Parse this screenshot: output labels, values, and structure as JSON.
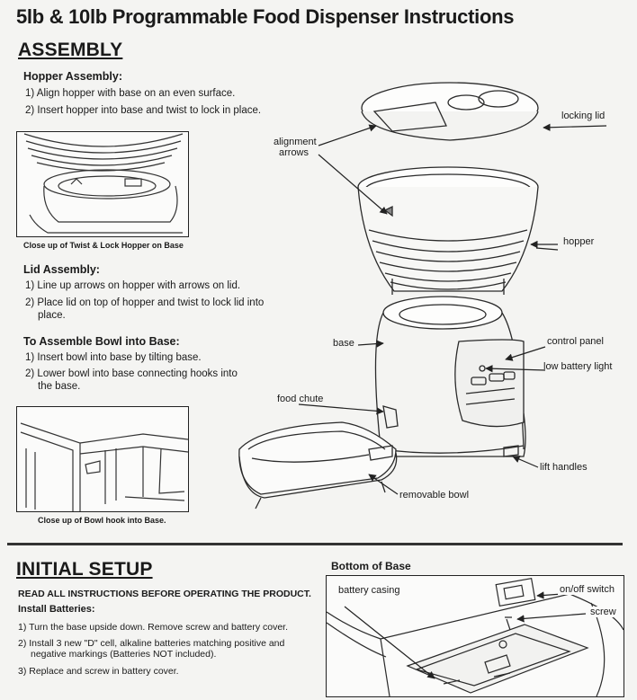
{
  "title": "5lb & 10lb Programmable Food Dispenser Instructions",
  "assembly": {
    "heading": "ASSEMBLY",
    "hopper": {
      "heading": "Hopper Assembly:",
      "steps": [
        "1) Align hopper with base on an even surface.",
        "2) Insert hopper into base and twist to lock in place."
      ],
      "caption": "Close up of Twist & Lock Hopper on Base"
    },
    "lid": {
      "heading": "Lid Assembly:",
      "steps": [
        "1) Line up arrows on hopper with arrows on lid.",
        "2) Place lid on top of hopper and twist to lock lid into place."
      ]
    },
    "bowl": {
      "heading": "To Assemble Bowl into Base:",
      "steps": [
        "1) Insert bowl into base by tilting base.",
        "2) Lower bowl into base connecting hooks into the base."
      ],
      "caption": "Close up of Bowl hook into Base."
    },
    "labels": {
      "locking_lid": "locking lid",
      "alignment_arrows_1": "alignment",
      "alignment_arrows_2": "arrows",
      "hopper": "hopper",
      "base": "base",
      "control_panel": "control panel",
      "low_battery_light": "low battery light",
      "food_chute": "food chute",
      "lift_handles": "lift handles",
      "removable_bowl": "removable bowl"
    }
  },
  "initial_setup": {
    "heading": "INITIAL SETUP",
    "warning": "READ ALL INSTRUCTIONS BEFORE OPERATING THE PRODUCT.",
    "batteries": {
      "heading": "Install Batteries:",
      "steps": [
        "1) Turn the base upside down. Remove screw and battery cover.",
        "2) Install 3 new \"D\" cell, alkaline batteries matching positive and negative markings (Batteries NOT included).",
        "3) Replace and screw in battery cover."
      ]
    },
    "bottom": {
      "heading": "Bottom of Base",
      "labels": {
        "battery_casing": "battery casing",
        "on_off_switch": "on/off switch",
        "screw": "screw"
      }
    }
  }
}
